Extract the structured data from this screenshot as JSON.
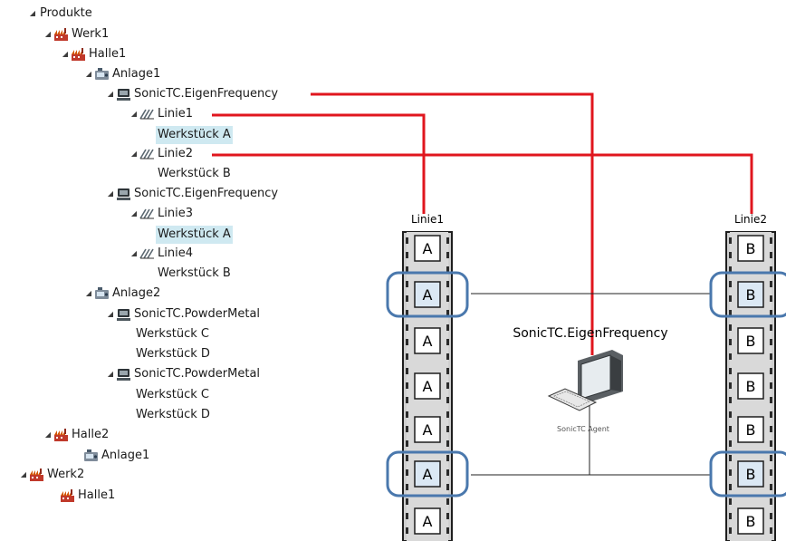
{
  "tree": {
    "nodes": [
      {
        "label": "Produkte",
        "type": "root",
        "expander": true
      },
      {
        "label": "Werk1",
        "type": "factory",
        "expander": true
      },
      {
        "label": "Halle1",
        "type": "factory",
        "expander": true
      },
      {
        "label": "Anlage1",
        "type": "plant",
        "expander": true
      },
      {
        "label": "SonicTC.EigenFrequency",
        "type": "device",
        "expander": true
      },
      {
        "label": "Linie1",
        "type": "line",
        "expander": true
      },
      {
        "label": "Werkstück A",
        "type": "item",
        "expander": false,
        "selected": true
      },
      {
        "label": "Linie2",
        "type": "line",
        "expander": true
      },
      {
        "label": "Werkstück B",
        "type": "item",
        "expander": false
      },
      {
        "label": "SonicTC.EigenFrequency",
        "type": "device",
        "expander": true
      },
      {
        "label": "Linie3",
        "type": "line",
        "expander": true
      },
      {
        "label": "Werkstück A",
        "type": "item",
        "expander": false,
        "selected": true
      },
      {
        "label": "Linie4",
        "type": "line",
        "expander": true
      },
      {
        "label": "Werkstück B",
        "type": "item",
        "expander": false
      },
      {
        "label": "Anlage2",
        "type": "plant",
        "expander": true
      },
      {
        "label": "SonicTC.PowderMetal",
        "type": "device",
        "expander": true
      },
      {
        "label": "Werkstück C",
        "type": "item",
        "expander": false
      },
      {
        "label": "Werkstück D",
        "type": "item",
        "expander": false
      },
      {
        "label": "SonicTC.PowderMetal",
        "type": "device",
        "expander": true
      },
      {
        "label": "Werkstück C",
        "type": "item",
        "expander": false
      },
      {
        "label": "Werkstück D",
        "type": "item",
        "expander": false
      },
      {
        "label": "Halle2",
        "type": "factory",
        "expander": true
      },
      {
        "label": "Anlage1",
        "type": "plant",
        "expander": false
      },
      {
        "label": "Werk2",
        "type": "factory",
        "expander": true
      },
      {
        "label": "Halle1",
        "type": "factory",
        "expander": false
      }
    ]
  },
  "diagram": {
    "line1": {
      "title": "Linie1",
      "item_letter": "A"
    },
    "line2": {
      "title": "Linie2",
      "item_letter": "B"
    },
    "station_title": "SonicTC.EigenFrequency",
    "agent_caption": "SonicTC Agent",
    "colors": {
      "link": "#e0161e",
      "highlight": "#4a78ad",
      "selection": "#cfe9f1"
    }
  },
  "icons": {
    "expander": "triangle-expanded-icon",
    "factory": "factory-icon",
    "plant": "machine-icon",
    "device": "device-icon",
    "line": "production-line-icon",
    "computer": "computer-icon",
    "keyboard": "keyboard-icon"
  }
}
